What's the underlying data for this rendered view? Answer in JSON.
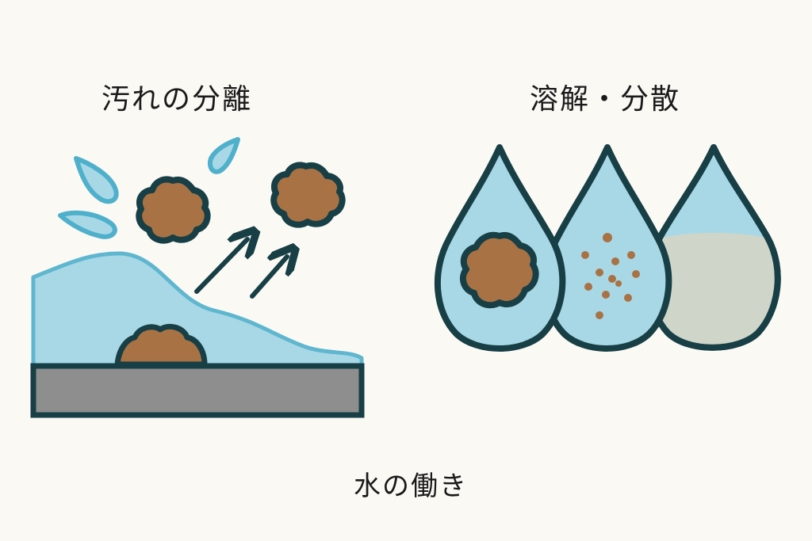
{
  "panels": {
    "left": {
      "title": "汚れの分離"
    },
    "right": {
      "title": "溶解・分散"
    }
  },
  "caption": "水の働き",
  "colors": {
    "background": "#fbf9f4",
    "water": "#a8d8e6",
    "water_dark": "#5fb6cf",
    "outline": "#173f45",
    "dirt": "#a97244",
    "surface": "#8e8e8e",
    "milky": "#cfd6c9"
  }
}
